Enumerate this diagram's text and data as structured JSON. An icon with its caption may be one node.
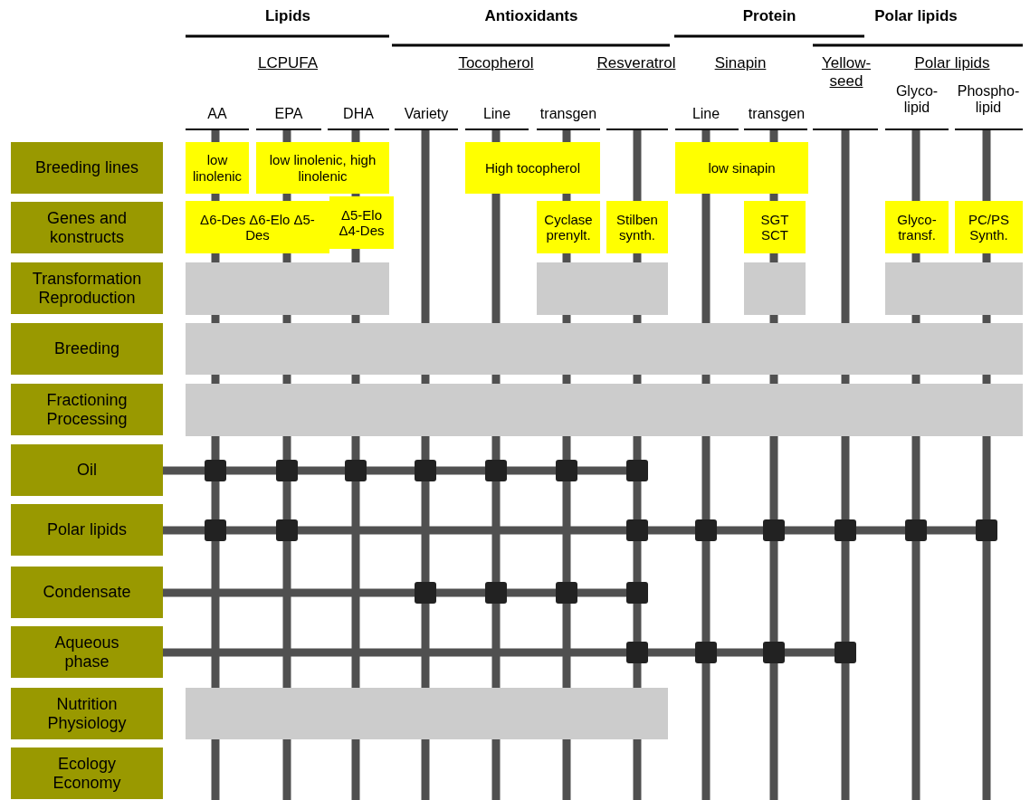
{
  "diagram": {
    "nodes": [
      {
        "text": [
          "Breeding lines"
        ]
      },
      {
        "text": [
          "Genes and konstructs"
        ]
      },
      {
        "text": [
          "Transformation Reproduction"
        ]
      },
      {
        "text": [
          "Breeding"
        ]
      },
      {
        "text": [
          "Fractioning Processing"
        ]
      },
      {
        "text": [
          "Oil"
        ]
      },
      {
        "text": [
          "Polar lipids"
        ]
      },
      {
        "text": [
          "Condensate"
        ]
      },
      {
        "text": [
          "Aqueous phase"
        ]
      },
      {
        "text": [
          "Nutrition Physiology"
        ]
      },
      {
        "text": [
          "Ecology Economy"
        ]
      },
      {
        "text": [
          "low linolenic"
        ]
      },
      {
        "text": [
          "low linolenic, high linolenic"
        ]
      },
      {
        "text": [
          "High tocopherol"
        ]
      },
      {
        "text": [
          "low sinapin"
        ]
      },
      {
        "text": [
          "Δ6-Des Δ6-Elo Δ5-Des"
        ]
      },
      {
        "text": [
          "Δ5-Elo Δ4-Des"
        ]
      },
      {
        "text": [
          "Cyclase prenylt."
        ]
      },
      {
        "text": [
          "Stilben synth."
        ]
      },
      {
        "text": [
          "SGT SCT"
        ]
      },
      {
        "text": [
          "Glyco- transf."
        ]
      },
      {
        "text": [
          "PC/PS Synth."
        ]
      },
      {
        "text": [],
        "shape": "box"
      },
      {
        "text": [],
        "shape": "box"
      },
      {
        "text": [],
        "shape": "box"
      },
      {
        "text": [],
        "shape": "box"
      },
      {
        "text": [],
        "shape": "box"
      },
      {
        "text": [],
        "shape": "box"
      },
      {
        "text": [],
        "shape": "box"
      }
    ],
    "labels": [
      "Lipids",
      "Antioxidants",
      "Protein",
      "Polar lipids",
      "LCPUFA",
      "Tocopherol",
      "Resveratrol",
      "Sinapin",
      "Yellow- seed",
      "Polar lipids",
      "AA",
      "EPA",
      "DHA",
      "Variety",
      "Line",
      "transgen",
      "Line",
      "transgen",
      "Glyco- lipid",
      "Phospho- lipid"
    ]
  }
}
